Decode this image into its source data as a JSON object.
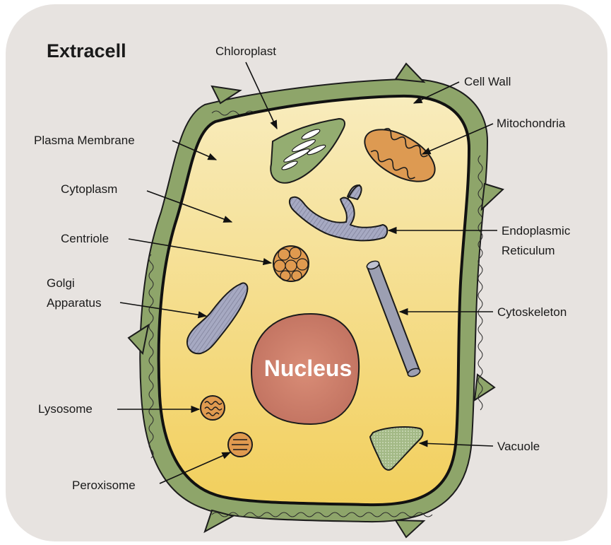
{
  "title": "Extracell",
  "nucleus_label": "Nucleus",
  "labels": {
    "chloroplast": "Chloroplast",
    "cell_wall": "Cell Wall",
    "mitochondria": "Mitochondria",
    "plasma_membrane": "Plasma Membrane",
    "cytoplasm": "Cytoplasm",
    "centriole": "Centriole",
    "endoplasmic_reticulum_1": "Endoplasmic",
    "endoplasmic_reticulum_2": "Reticulum",
    "golgi_1": "Golgi",
    "golgi_2": "Apparatus",
    "cytoskeleton": "Cytoskeleton",
    "lysosome": "Lysosome",
    "vacuole": "Vacuole",
    "peroxisome": "Peroxisome"
  },
  "colors": {
    "background_panel": "#e6e2df",
    "cell_wall": "#8fa66b",
    "cytoplasm_top": "#f7e8b0",
    "cytoplasm_bottom": "#f3d15e",
    "nucleus": "#c97a66",
    "organelle_orange": "#e09a4f",
    "organelle_grey": "#9ea3b8",
    "chloroplast": "#93ad6f"
  }
}
